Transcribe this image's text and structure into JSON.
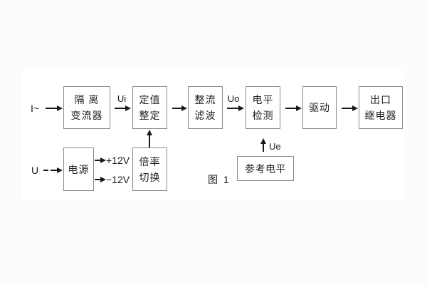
{
  "figure": {
    "caption": "图 1"
  },
  "blocks": {
    "isolation": {
      "line1": "隔 离",
      "line2": "变流器"
    },
    "setting": {
      "line1": "定值",
      "line2": "整定"
    },
    "rectifier": {
      "line1": "整流",
      "line2": "滤波"
    },
    "level": {
      "line1": "电平",
      "line2": "检测"
    },
    "driver": {
      "line1": "驱动"
    },
    "relay": {
      "line1": "出口",
      "line2": "继电器"
    },
    "power": {
      "line1": "电源"
    },
    "ratio": {
      "line1": "倍率",
      "line2": "切换"
    },
    "reference": {
      "line1": "参考电平"
    }
  },
  "signals": {
    "current_input": "I~",
    "voltage_input": "U",
    "ui": "Ui",
    "uo": "Uo",
    "ue": "Ue",
    "plus_rail": "+12V",
    "minus_rail": "−12V"
  }
}
